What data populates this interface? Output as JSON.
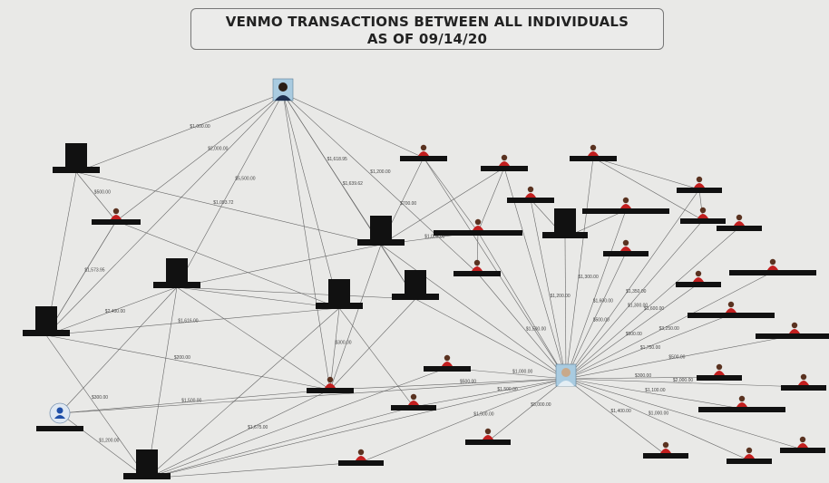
{
  "title": {
    "line1": "VENMO TRANSACTIONS BETWEEN ALL INDIVIDUALS",
    "line2": "AS OF 09/14/20"
  },
  "colors": {
    "background": "#e9e9e7",
    "edge": "#666666",
    "redacted": "#111111",
    "person": "#c21f1f"
  },
  "edge_labels": [
    "$1,000.00",
    "$2,000.00",
    "$5,500.00",
    "$1,618.95",
    "$1,639.62",
    "$1,200.00",
    "$500.00",
    "$1,093.72",
    "$1,573.95",
    "$2,400.00",
    "$1,616.00",
    "$200.00",
    "$300.00",
    "$1,200.00",
    "$1,500.00",
    "$700.00",
    "$1,000.00",
    "$300.00",
    "$1,675.00",
    "$1,200.00",
    "$1,500.00",
    "$1,300.00",
    "$1,600.00",
    "$500.00",
    "$1,350.00",
    "$1,300.00",
    "$1,600.00",
    "$500.00",
    "$3,250.00",
    "$1,750.00",
    "$500.00",
    "$300.00",
    "$2,000.00",
    "$1,100.00",
    "$500.00",
    "$1,000.00",
    "$1,500.00",
    "$5,000.00",
    "$1,500.00",
    "$1,400.00",
    "$1,000.00"
  ]
}
